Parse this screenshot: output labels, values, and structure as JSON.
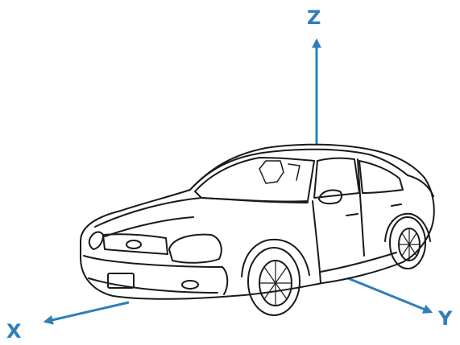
{
  "axes": {
    "z": {
      "label": "Z"
    },
    "x": {
      "label": "X"
    },
    "y": {
      "label": "Y"
    },
    "color": "#2e7fb8"
  },
  "figure": {
    "icon": "car-sedan-line-drawing",
    "line_color": "#1a1a1a"
  }
}
